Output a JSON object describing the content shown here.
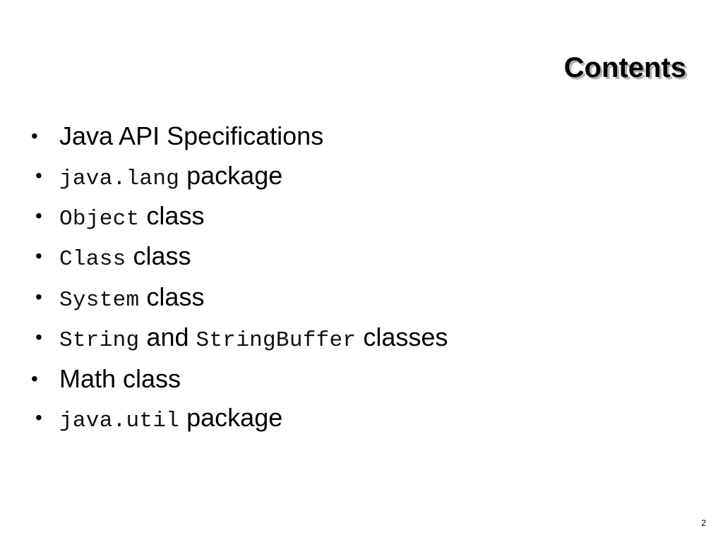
{
  "slide": {
    "title": "Contents",
    "page_number": "2",
    "bullet_symbol": "•",
    "items": [
      {
        "parts": [
          {
            "text": "Java API Specifications",
            "style": "sans"
          }
        ]
      },
      {
        "parts": [
          {
            "text": "java.lang",
            "style": "mono"
          },
          {
            "text": "package",
            "style": "sans"
          }
        ]
      },
      {
        "parts": [
          {
            "text": "Object",
            "style": "mono"
          },
          {
            "text": "class",
            "style": "sans"
          }
        ]
      },
      {
        "parts": [
          {
            "text": "Class",
            "style": "mono"
          },
          {
            "text": "class",
            "style": "sans"
          }
        ]
      },
      {
        "parts": [
          {
            "text": "System",
            "style": "mono"
          },
          {
            "text": "class",
            "style": "sans"
          }
        ]
      },
      {
        "parts": [
          {
            "text": "String",
            "style": "mono"
          },
          {
            "text": "and",
            "style": "sans"
          },
          {
            "text": "StringBuffer",
            "style": "mono"
          },
          {
            "text": "classes",
            "style": "sans"
          }
        ]
      },
      {
        "parts": [
          {
            "text": "Math class",
            "style": "sans"
          }
        ]
      },
      {
        "parts": [
          {
            "text": "java.util",
            "style": "mono"
          },
          {
            "text": "package",
            "style": "sans"
          }
        ]
      }
    ]
  }
}
